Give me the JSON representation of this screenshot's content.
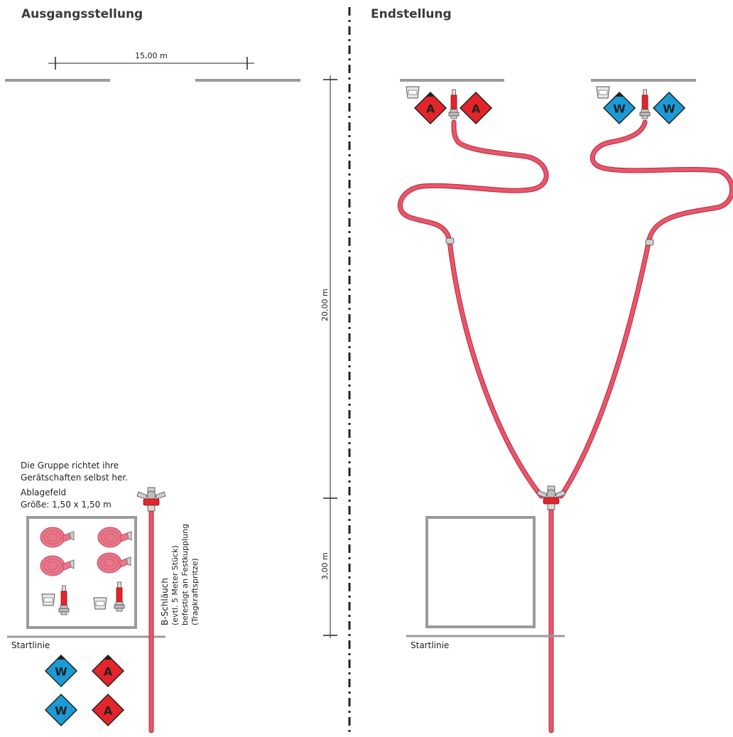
{
  "left_panel": {
    "title": "Ausgangsstellung",
    "width_dimension": "15,00 m",
    "note_line1": "Die Gruppe richtet ihre",
    "note_line2": "Gerätschaften selbst her.",
    "field_label": "Ablagefeld",
    "field_size": "Größe: 1,50 x 1,50 m",
    "start_line_label": "Startlinie",
    "hose_note_line1": "B-Schläuch",
    "hose_note_line2": "(evtl. 5 Meter Stück)",
    "hose_note_line3": "befestigt an Festkupplung",
    "hose_note_line4": "(Tragkraftspritze)"
  },
  "right_panel": {
    "title": "Endstellung",
    "length_dimension_main": "20,00 m",
    "length_dimension_lower": "3,00 m",
    "start_line_label": "Startlinie"
  },
  "markers": {
    "attack_letter": "A",
    "water_letter": "W"
  },
  "colors": {
    "hose": "#e8566a",
    "hose_dark": "#b8283e",
    "attack_red": "#e3242b",
    "water_blue": "#1b9ad6",
    "line_gray": "#9b9b9b",
    "dash": "#222222"
  },
  "icons": [
    "hose-roll-icon",
    "nozzle-icon",
    "distributor-icon",
    "bucket-icon",
    "attack-marker-icon",
    "water-marker-icon"
  ]
}
